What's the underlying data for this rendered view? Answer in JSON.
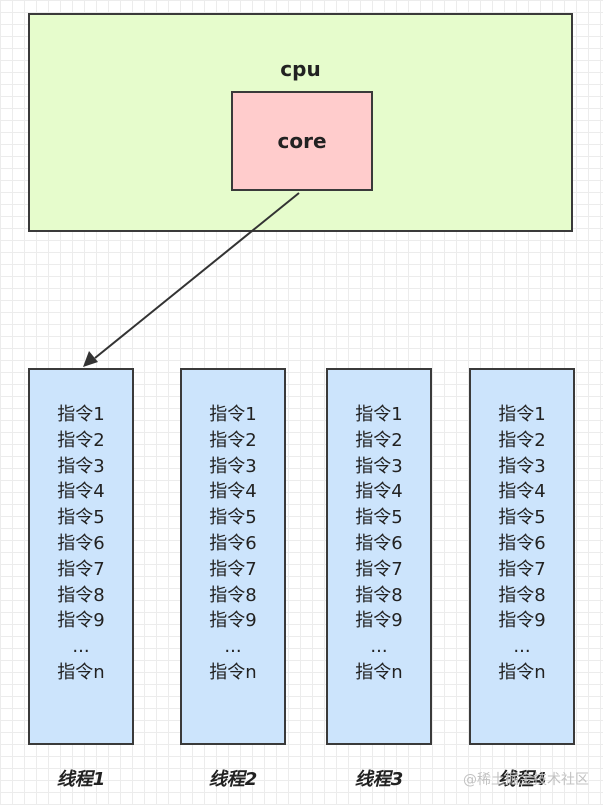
{
  "cpu": {
    "label": "cpu"
  },
  "core": {
    "label": "core"
  },
  "threads": [
    {
      "label": "线程1",
      "instructions": [
        "指令1",
        "指令2",
        "指令3",
        "指令4",
        "指令5",
        "指令6",
        "指令7",
        "指令8",
        "指令9",
        "...",
        "指令n"
      ]
    },
    {
      "label": "线程2",
      "instructions": [
        "指令1",
        "指令2",
        "指令3",
        "指令4",
        "指令5",
        "指令6",
        "指令7",
        "指令8",
        "指令9",
        "...",
        "指令n"
      ]
    },
    {
      "label": "线程3",
      "instructions": [
        "指令1",
        "指令2",
        "指令3",
        "指令4",
        "指令5",
        "指令6",
        "指令7",
        "指令8",
        "指令9",
        "...",
        "指令n"
      ]
    },
    {
      "label": "线程4",
      "instructions": [
        "指令1",
        "指令2",
        "指令3",
        "指令4",
        "指令5",
        "指令6",
        "指令7",
        "指令8",
        "指令9",
        "...",
        "指令n"
      ]
    }
  ],
  "watermark": "@稀土掘金技术社区",
  "colors": {
    "cpu_fill": "#e6fccc",
    "core_fill": "#ffcccc",
    "thread_fill": "#cce4fc",
    "border": "#3a3a3a",
    "arrow": "#333333"
  }
}
